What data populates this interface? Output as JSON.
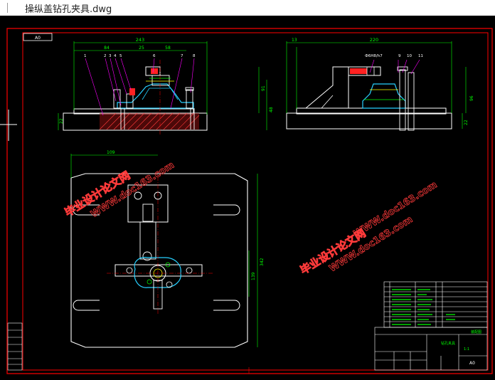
{
  "window": {
    "title": "操纵盖钻孔夹具.dwg"
  },
  "drawing": {
    "sheet_tag": "A0",
    "front_view": {
      "dims": {
        "overall": "243",
        "d84": "84",
        "d25": "25",
        "d58": "58",
        "h91": "91",
        "h48": "48",
        "h22": "22"
      },
      "leaders": [
        "1",
        "2",
        "3",
        "4",
        "5",
        "6",
        "7",
        "8"
      ]
    },
    "side_view": {
      "dims": {
        "left": "13",
        "overall": "220",
        "h96": "96",
        "h22": "22",
        "fit": "Ф6H8/h7"
      },
      "leaders": [
        "9",
        "10",
        "11"
      ]
    },
    "plan_view": {
      "dims": {
        "width": "109",
        "h139": "139",
        "h342": "342"
      }
    },
    "watermarks": [
      {
        "cn": "毕业设计论文网",
        "url": "WWW.doc163.com"
      },
      {
        "cn": "毕业设计论文网",
        "url": "WWW.doc163.com"
      }
    ],
    "title_block": {
      "sheet": "A0",
      "cell_zhuangpei": "装配图",
      "cell_zhicao": "钻孔夹具",
      "cell_scale": "1:1"
    },
    "colors": {
      "background": "#000000",
      "frame": "#ff0000",
      "line_white": "#ffffff",
      "hatch": "#ff3b3b",
      "cyan": "#27d0ff",
      "green": "#00ff00",
      "yellow": "#ffff00",
      "magenta": "#ff00ff",
      "watermark": "#ff3a3a"
    }
  }
}
